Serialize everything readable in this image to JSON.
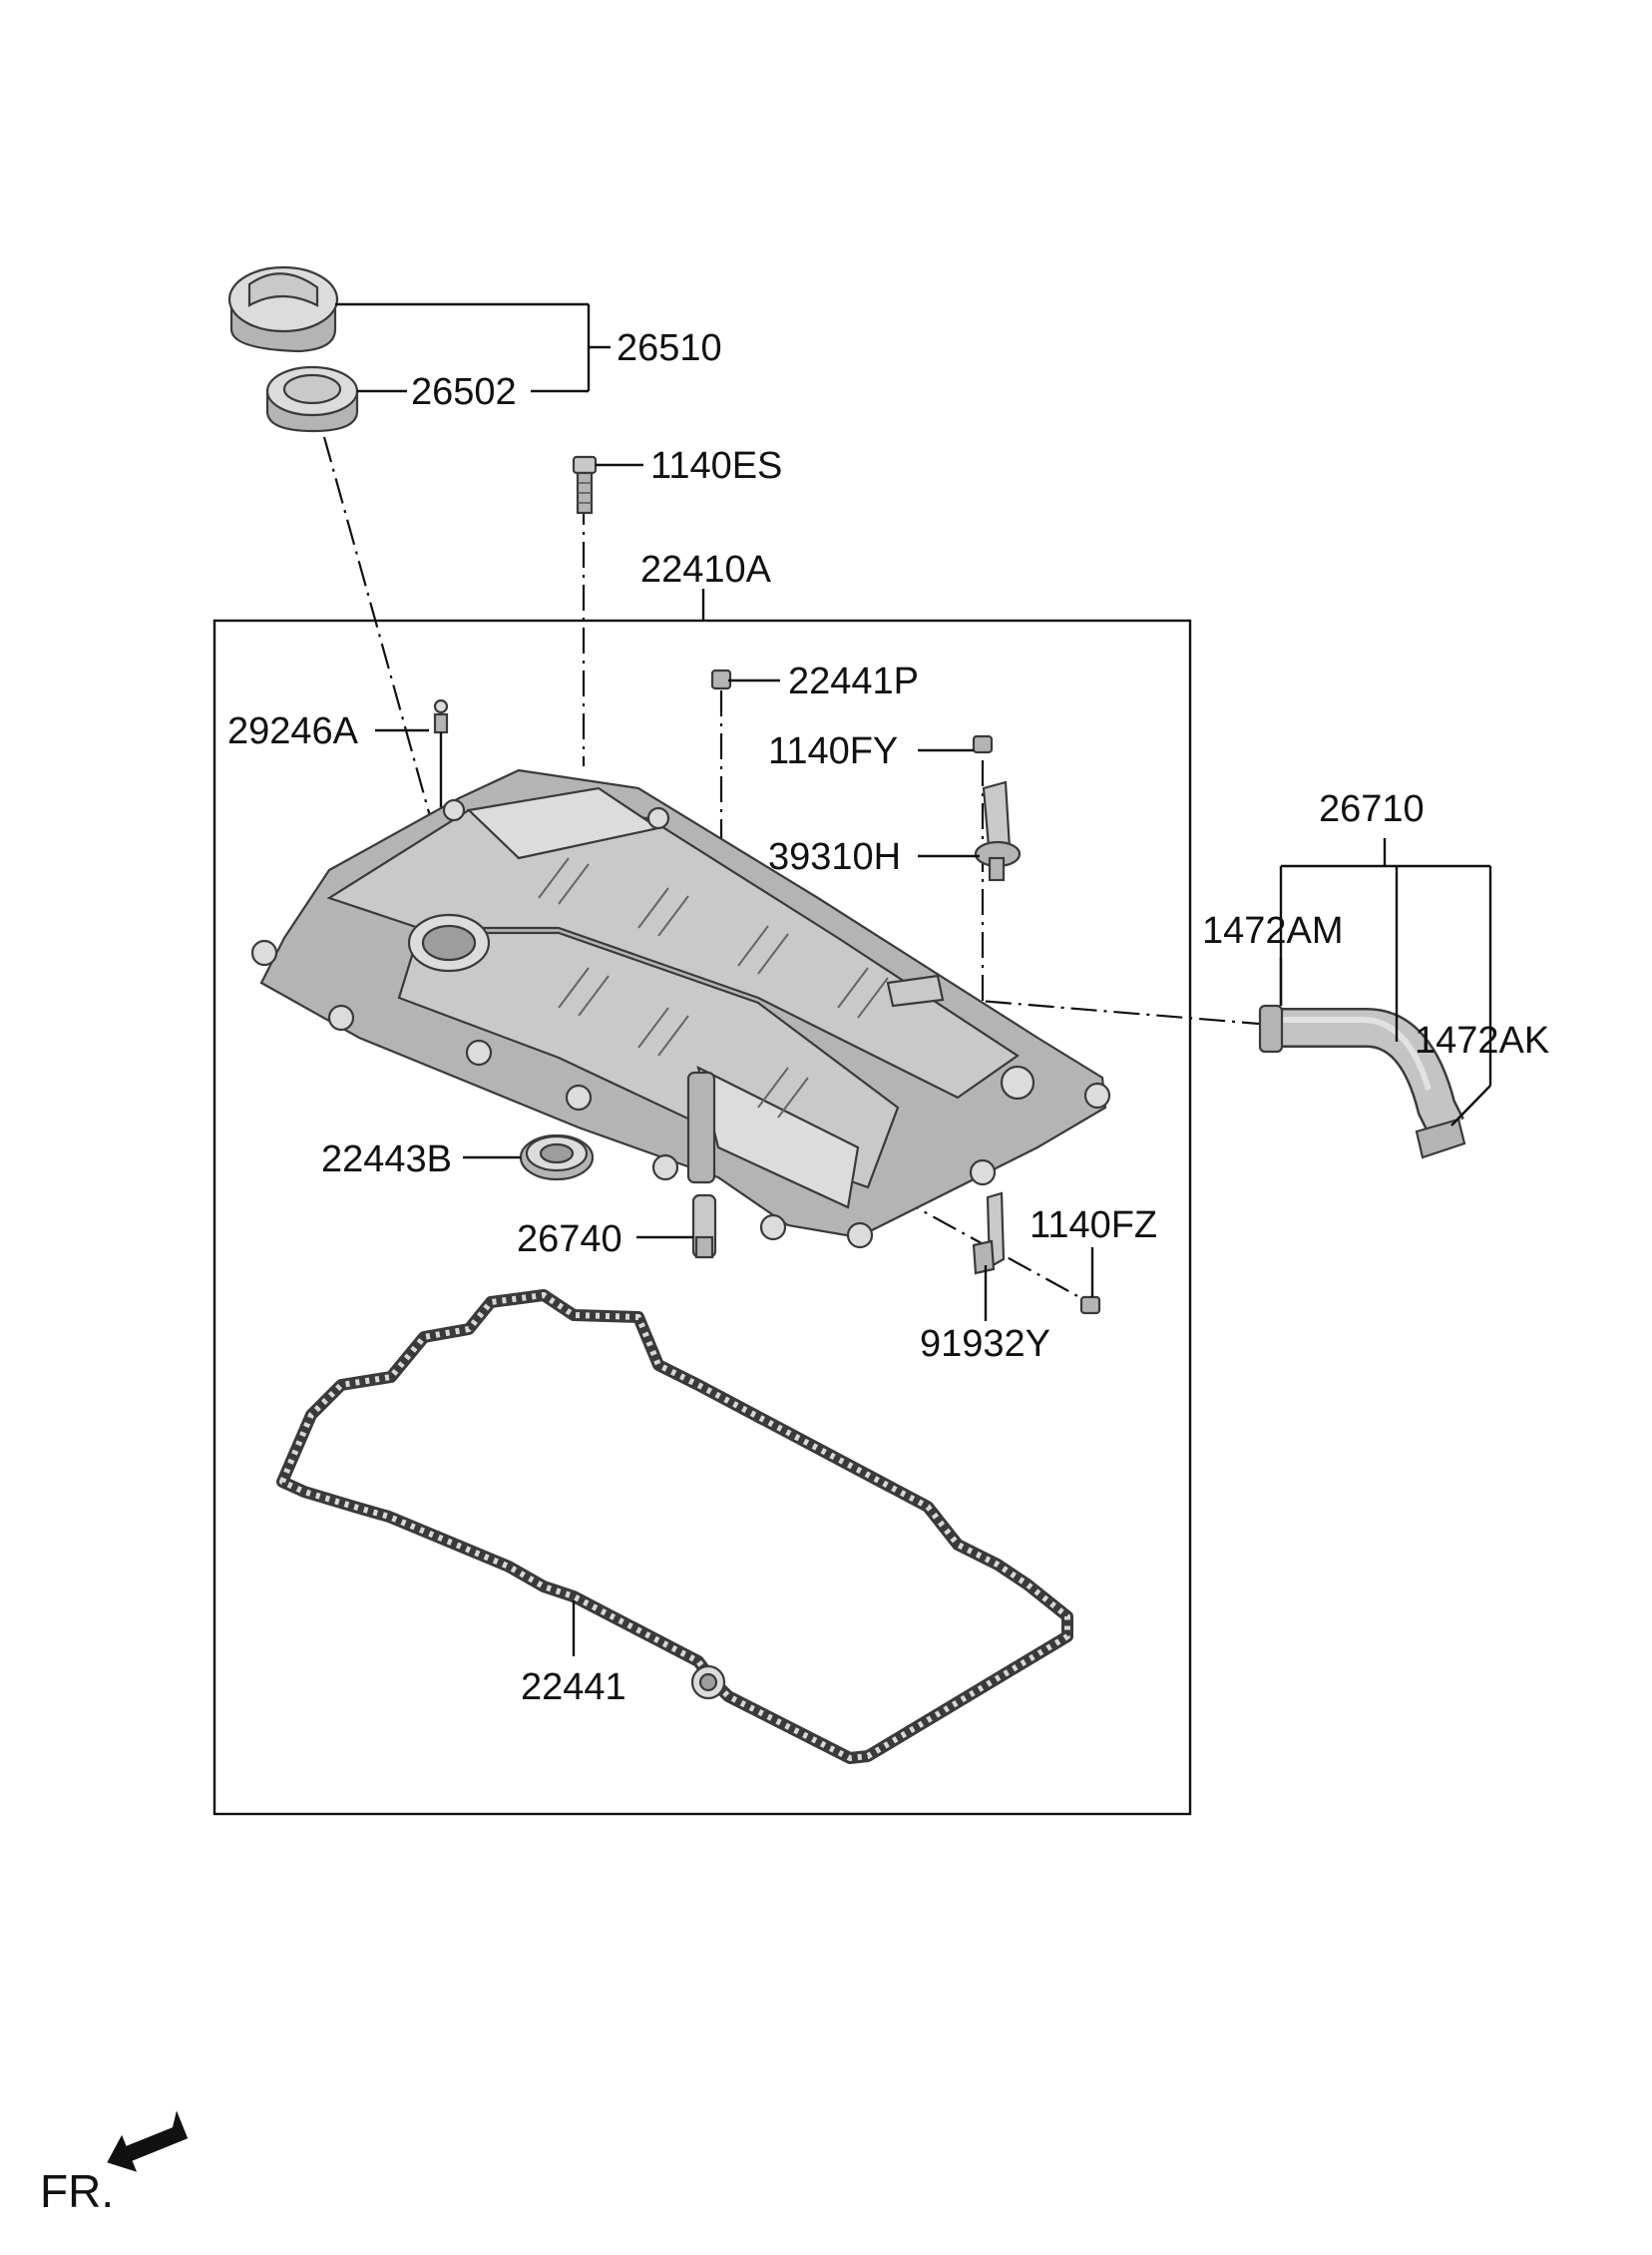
{
  "labels": {
    "cap_assy": "26510",
    "cap_seal": "26502",
    "bolt_top": "1140ES",
    "cover_assy": "22410A",
    "plug": "22441P",
    "bolt_sensor": "1140FY",
    "stud": "29246A",
    "sensor": "39310H",
    "hose_assy": "26710",
    "clamp_a": "1472AM",
    "clamp_b": "1472AK",
    "oil_seal": "22443B",
    "ring": "26740",
    "bolt_bracket": "1140FZ",
    "bracket": "91932Y",
    "gasket": "22441",
    "front": "FR."
  }
}
